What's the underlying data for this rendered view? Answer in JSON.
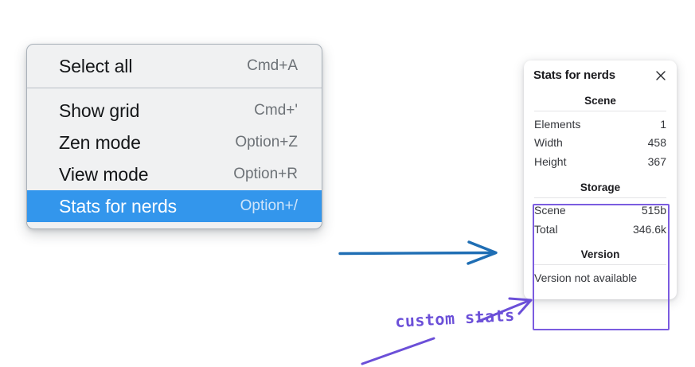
{
  "context_menu": {
    "groups": [
      {
        "name": "group-top",
        "items": [
          {
            "label": "Select all",
            "shortcut": "Cmd+A",
            "selected": false
          }
        ]
      },
      {
        "name": "group-bottom",
        "items": [
          {
            "label": "Show grid",
            "shortcut": "Cmd+'",
            "selected": false
          },
          {
            "label": "Zen mode",
            "shortcut": "Option+Z",
            "selected": false
          },
          {
            "label": "View mode",
            "shortcut": "Option+R",
            "selected": false
          },
          {
            "label": "Stats for nerds",
            "shortcut": "Option+/",
            "selected": true
          }
        ]
      }
    ],
    "highlight_color": "#3396ec"
  },
  "stats_panel": {
    "title": "Stats for nerds",
    "close_icon": "close-icon",
    "sections": [
      {
        "heading": "Scene",
        "rows": [
          {
            "key": "Elements",
            "value": "1"
          },
          {
            "key": "Width",
            "value": "458"
          },
          {
            "key": "Height",
            "value": "367"
          }
        ]
      },
      {
        "heading": "Storage",
        "rows": [
          {
            "key": "Scene",
            "value": "515b"
          },
          {
            "key": "Total",
            "value": "346.6k"
          }
        ]
      },
      {
        "heading": "Version",
        "single_line": "Version not available"
      }
    ]
  },
  "annotations": {
    "handwritten_label": "custom stats",
    "arrow_color_blue": "#1f6eb4",
    "arrow_color_purple": "#6b4fd8",
    "box_color": "#7b5ce0"
  }
}
